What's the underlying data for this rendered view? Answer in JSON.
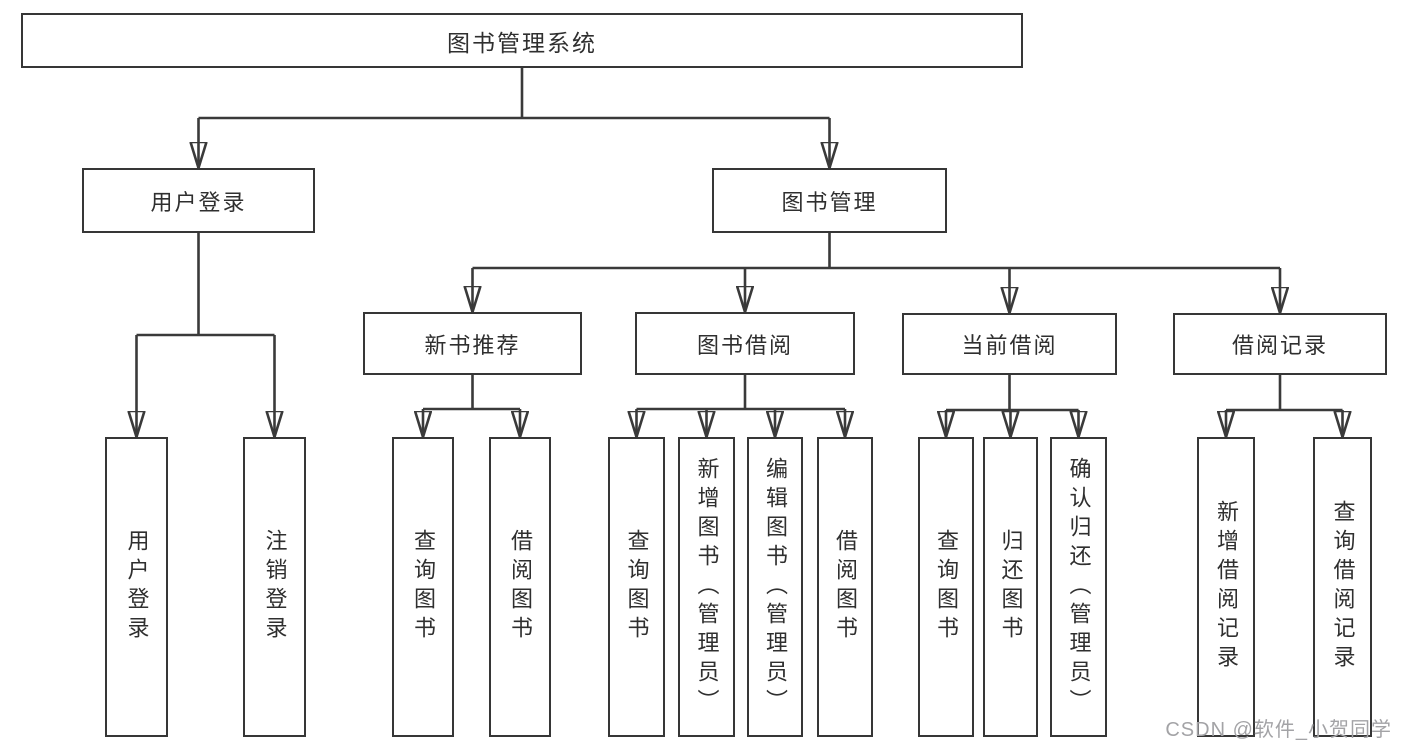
{
  "diagram": {
    "type": "hierarchy",
    "colors": {
      "line": "#3a3a3a",
      "border": "#363636",
      "text": "#2f2f2f",
      "background": "#ffffff",
      "watermark": "#a3a3a6"
    },
    "tree": {
      "label": "图书管理系统",
      "children": [
        {
          "label": "用户登录",
          "children": [
            {
              "label": "用户登录"
            },
            {
              "label": "注销登录"
            }
          ]
        },
        {
          "label": "图书管理",
          "children": [
            {
              "label": "新书推荐",
              "children": [
                {
                  "label": "查询图书"
                },
                {
                  "label": "借阅图书"
                }
              ]
            },
            {
              "label": "图书借阅",
              "children": [
                {
                  "label": "查询图书"
                },
                {
                  "label": "新增图书（管理员）"
                },
                {
                  "label": "编辑图书（管理员）"
                },
                {
                  "label": "借阅图书"
                }
              ]
            },
            {
              "label": "当前借阅",
              "children": [
                {
                  "label": "查询图书"
                },
                {
                  "label": "归还图书"
                },
                {
                  "label": "确认归还（管理员）"
                }
              ]
            },
            {
              "label": "借阅记录",
              "children": [
                {
                  "label": "新增借阅记录"
                },
                {
                  "label": "查询借阅记录"
                }
              ]
            }
          ]
        }
      ]
    },
    "watermark": "CSDN @软件_小贺同学"
  }
}
